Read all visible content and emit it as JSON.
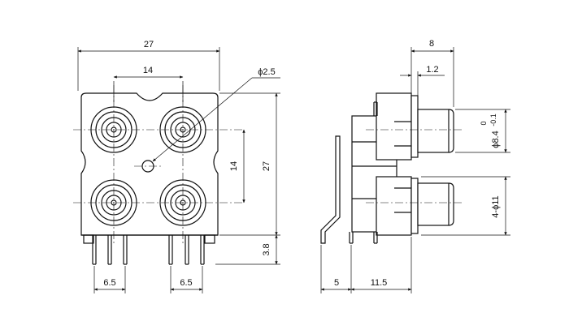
{
  "front_view": {
    "dims": {
      "overall_width": "27",
      "jack_spacing_h": "14",
      "hole_diameter": "ϕ2.5",
      "jack_spacing_v": "14",
      "overall_height": "27",
      "pin_height": "3.8",
      "pin_pitch_left": "6.5",
      "pin_pitch_right": "6.5"
    }
  },
  "side_view": {
    "dims": {
      "depth": "8",
      "flange": "1.2",
      "diameter_base": "ϕ8.4",
      "diameter_tol_upper": "0",
      "diameter_tol_lower": "-0.1",
      "pitch": "4-ϕ11",
      "bracket": "5",
      "body": "11.5"
    }
  }
}
